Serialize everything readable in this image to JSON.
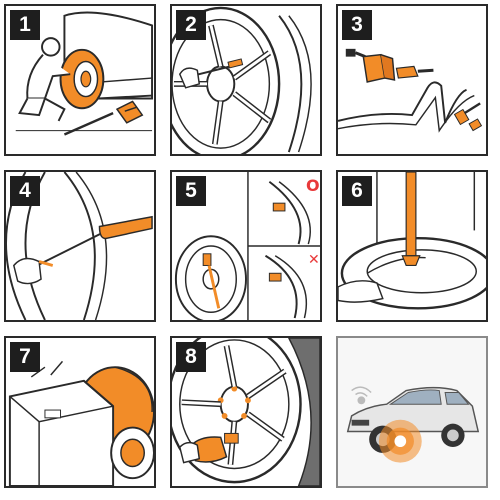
{
  "colors": {
    "accent": "#f28c28",
    "outline": "#2a2a2a",
    "badge_bg": "#1e1e1e",
    "mark": "#e8393a"
  },
  "panels": [
    {
      "number": "1",
      "scene": "jacking-up-car"
    },
    {
      "number": "2",
      "scene": "removing-valve-core"
    },
    {
      "number": "3",
      "scene": "tpms-sensor-parts"
    },
    {
      "number": "4",
      "scene": "breaking-tire-bead"
    },
    {
      "number": "5",
      "scene": "valve-position-check"
    },
    {
      "number": "6",
      "scene": "lifting-tire-bead"
    },
    {
      "number": "7",
      "scene": "inflating-tire"
    },
    {
      "number": "8",
      "scene": "tightening-sensor-nut"
    },
    {
      "number": "",
      "scene": "car-with-tpms"
    }
  ],
  "marks": {
    "correct": "O",
    "wrong": "✕"
  }
}
